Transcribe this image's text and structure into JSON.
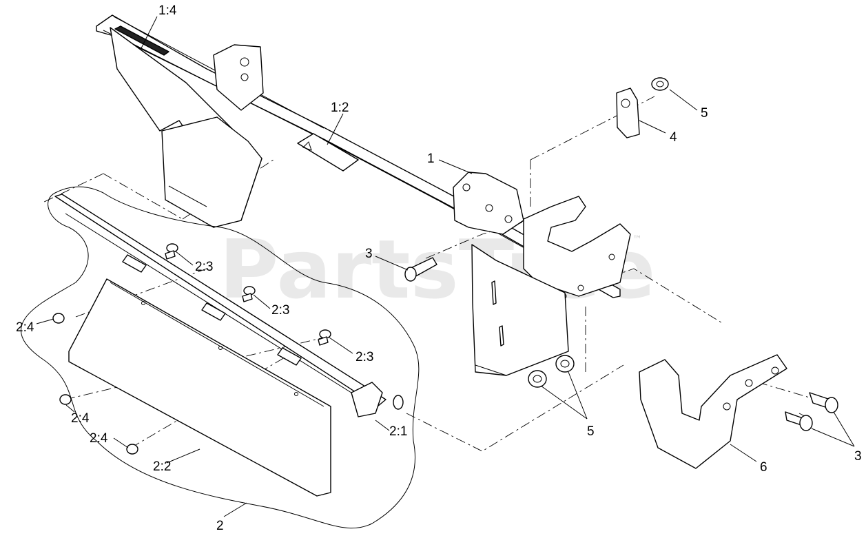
{
  "watermark": {
    "text": "PartsTree",
    "trademark": "™"
  },
  "callouts": [
    {
      "id": "c-1-4",
      "text": "1:4"
    },
    {
      "id": "c-1-2",
      "text": "1:2"
    },
    {
      "id": "c-1",
      "text": "1"
    },
    {
      "id": "c-5-top",
      "text": "5"
    },
    {
      "id": "c-4",
      "text": "4"
    },
    {
      "id": "c-3-mid",
      "text": "3"
    },
    {
      "id": "c-2-3-a",
      "text": "2:3"
    },
    {
      "id": "c-2-3-b",
      "text": "2:3"
    },
    {
      "id": "c-2-3-c",
      "text": "2:3"
    },
    {
      "id": "c-2-4-a",
      "text": "2:4"
    },
    {
      "id": "c-2-4-b",
      "text": "2:4"
    },
    {
      "id": "c-2-4-c",
      "text": "2:4"
    },
    {
      "id": "c-2-1",
      "text": "2:1"
    },
    {
      "id": "c-2-2",
      "text": "2:2"
    },
    {
      "id": "c-2",
      "text": "2"
    },
    {
      "id": "c-5-bottom",
      "text": "5"
    },
    {
      "id": "c-6",
      "text": "6"
    },
    {
      "id": "c-3-right",
      "text": "3"
    }
  ]
}
